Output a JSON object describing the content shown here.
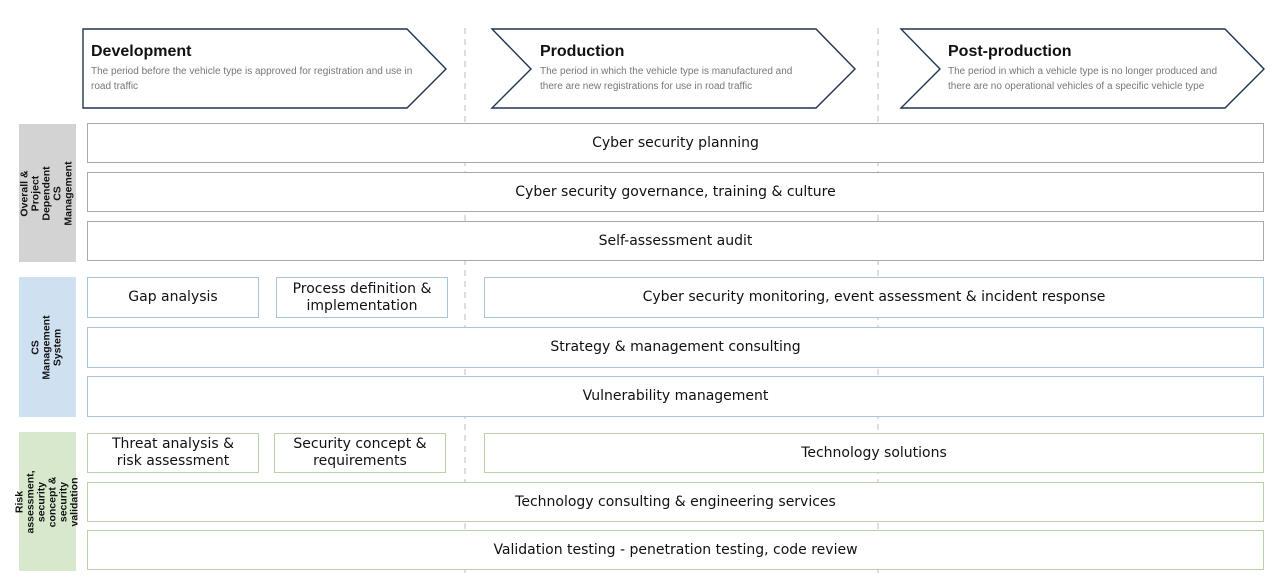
{
  "phases": [
    {
      "title": "Development",
      "description": "The period before the vehicle type is approved for registration and use in road traffic"
    },
    {
      "title": "Production",
      "description": "The period in which the vehicle type is manufactured and there are new registrations for use in road traffic"
    },
    {
      "title": "Post-production",
      "description": "The period in which a vehicle type is no longer produced and there are no operational vehicles of a specific vehicle type"
    }
  ],
  "categories": [
    {
      "label": "Overall & Project Dependent CS Management",
      "color": "#d3d3d3"
    },
    {
      "label": "CS Management System",
      "color": "#cfe0f1"
    },
    {
      "label": "Risk assessment, security concept & security validation",
      "color": "#d7e8cc"
    }
  ],
  "colors": {
    "gray_border": "#a9a9a9",
    "blue_border": "#a9c3dd",
    "green_border": "#b6d2a6",
    "chevron_stroke": "#1f3550",
    "divider": "#c8c8c8"
  },
  "activities": {
    "cs_planning": "Cyber security planning",
    "cs_governance": "Cyber security governance, training & culture",
    "self_assessment": "Self-assessment audit",
    "gap_analysis": "Gap analysis",
    "process_definition": "Process definition & implementation",
    "cs_monitoring": "Cyber security monitoring, event assessment & incident response",
    "strategy_consulting": "Strategy & management consulting",
    "vulnerability_management": "Vulnerability management",
    "threat_analysis": "Threat analysis & risk assessment",
    "security_concept": "Security concept & requirements",
    "technology_solutions": "Technology solutions",
    "technology_consulting": "Technology consulting & engineering services",
    "validation_testing": "Validation testing - penetration testing, code review"
  }
}
